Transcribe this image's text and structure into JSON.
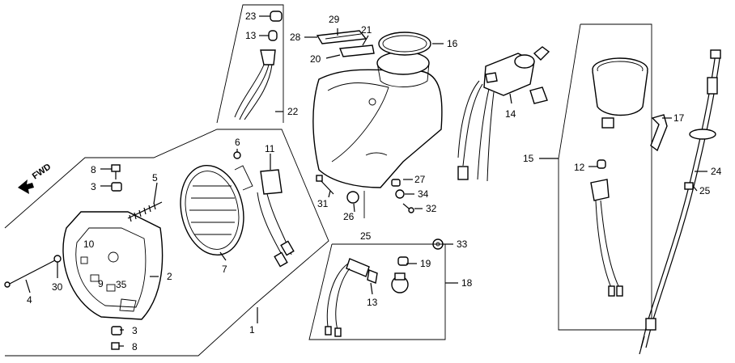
{
  "labels": {
    "p1": "1",
    "p2": "2",
    "p3a": "3",
    "p3b": "3",
    "p4": "4",
    "p5": "5",
    "p6": "6",
    "p7": "7",
    "p8a": "8",
    "p8b": "8",
    "p9": "9",
    "p10": "10",
    "p11": "11",
    "p12": "12",
    "p13a": "13",
    "p13b": "13",
    "p14": "14",
    "p15": "15",
    "p16": "16",
    "p17": "17",
    "p18": "18",
    "p19": "19",
    "p20": "20",
    "p21": "21",
    "p22": "22",
    "p23": "23",
    "p24": "24",
    "p25a": "25",
    "p25b": "25",
    "p26": "26",
    "p27": "27",
    "p28": "28",
    "p29": "29",
    "p30": "30",
    "p31": "31",
    "p32": "32",
    "p33": "33",
    "p34": "34",
    "p35": "35"
  },
  "direction": {
    "text": "FWD",
    "icon": "arrow-left-icon"
  }
}
